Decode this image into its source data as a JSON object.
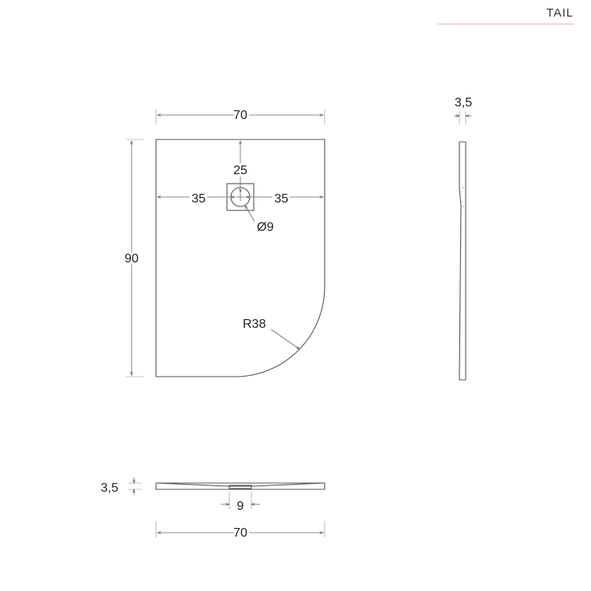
{
  "brand": {
    "name": "TAIL",
    "accent_color": "#e3b8a8"
  },
  "plan_view": {
    "width_label": "70",
    "height_label": "90",
    "drain_offset_top_label": "25",
    "drain_offset_left_label": "35",
    "drain_offset_right_label": "35",
    "drain_diameter_label": "Ø9",
    "corner_radius_label": "R38"
  },
  "side_view": {
    "thickness_label": "3,5"
  },
  "front_view": {
    "thickness_label": "3,5",
    "drain_width_label": "9",
    "width_label": "70"
  }
}
